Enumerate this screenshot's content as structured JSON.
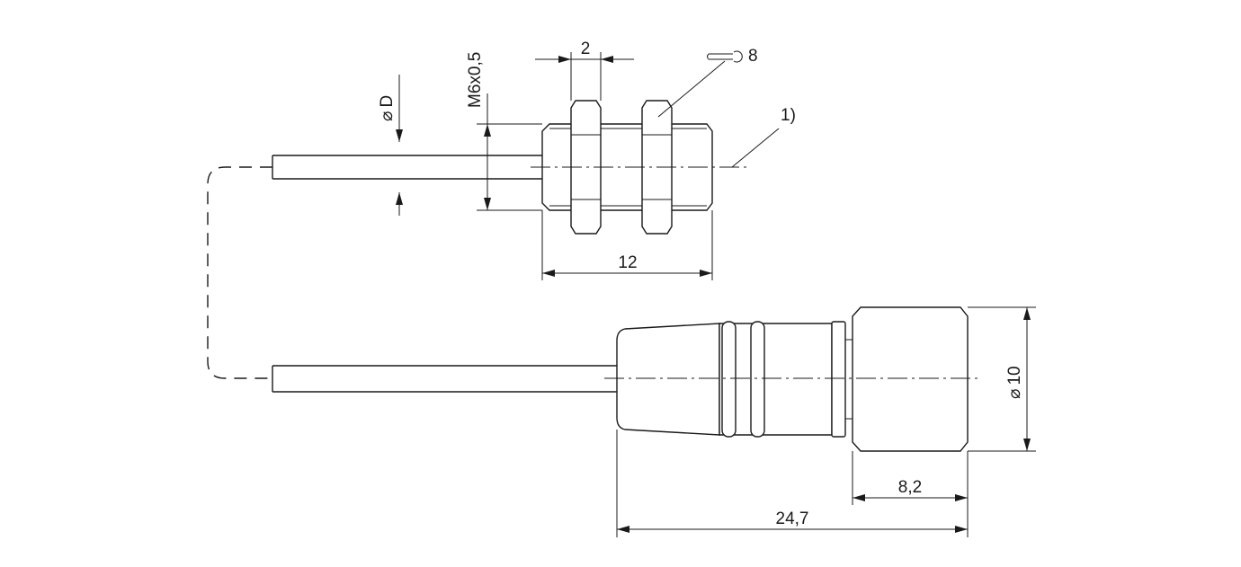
{
  "dimensions": {
    "thread": "M6x0,5",
    "wrench_width": "8",
    "nut_width": "2",
    "housing_length": "12",
    "cable_diameter": "D",
    "diameter_symbol": "⌀",
    "connector_diameter": "10",
    "connector_head_length": "8,2",
    "connector_total_length": "24,7",
    "footnote_marker": "1)"
  }
}
